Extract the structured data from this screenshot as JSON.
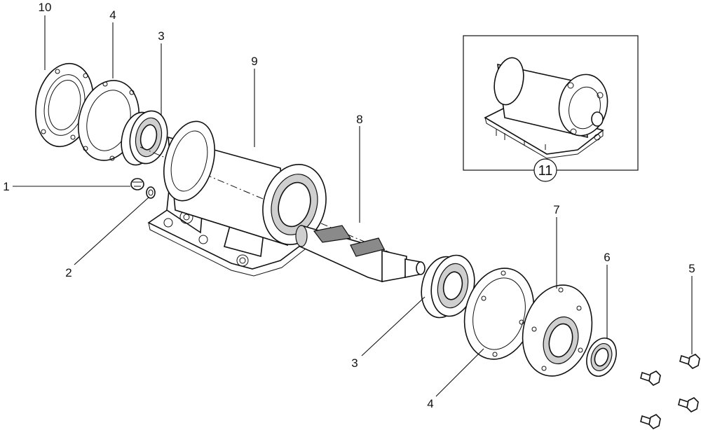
{
  "diagram": {
    "callouts": [
      {
        "id": "c10",
        "text": "10"
      },
      {
        "id": "c4a",
        "text": "4"
      },
      {
        "id": "c3a",
        "text": "3"
      },
      {
        "id": "c9",
        "text": "9"
      },
      {
        "id": "c8",
        "text": "8"
      },
      {
        "id": "c1",
        "text": "1"
      },
      {
        "id": "c2",
        "text": "2"
      },
      {
        "id": "c7",
        "text": "7"
      },
      {
        "id": "c6",
        "text": "6"
      },
      {
        "id": "c5",
        "text": "5"
      },
      {
        "id": "c3b",
        "text": "3"
      },
      {
        "id": "c4b",
        "text": "4"
      }
    ],
    "inset_label": "11"
  }
}
